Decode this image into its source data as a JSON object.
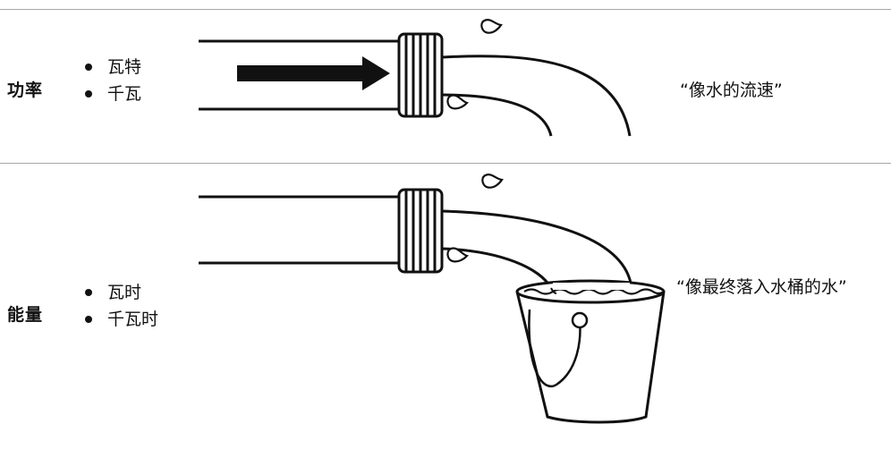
{
  "sections": [
    {
      "title": "功率",
      "units": [
        "瓦特",
        "千瓦"
      ],
      "analogy": "“像水的流速”"
    },
    {
      "title": "能量",
      "units": [
        "瓦时",
        "千瓦时"
      ],
      "analogy": "“像最终落入水桶的水”"
    }
  ]
}
